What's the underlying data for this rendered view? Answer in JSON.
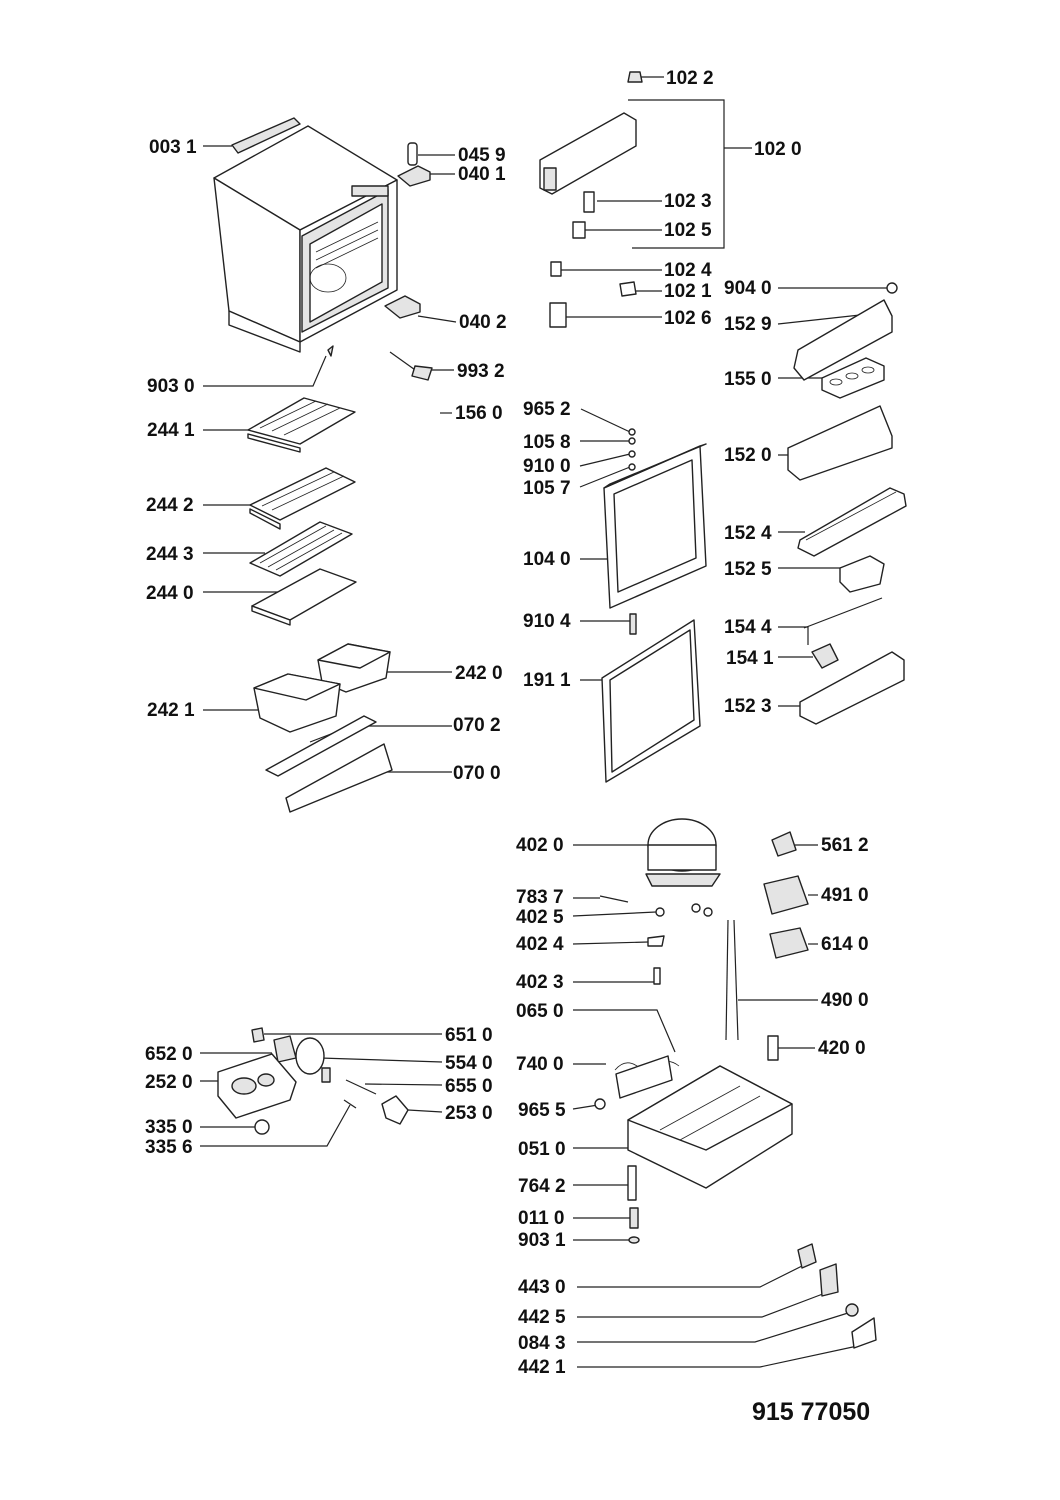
{
  "diagram": {
    "reference_number": "915 77050",
    "part_labels": [
      "003 1",
      "045 9",
      "040 1",
      "040 2",
      "993 2",
      "903 0",
      "156 0",
      "244 1",
      "244 2",
      "244 3",
      "244 0",
      "242 0",
      "242 1",
      "070 2",
      "070 0",
      "102 2",
      "102 0",
      "102 3",
      "102 5",
      "102 4",
      "102 1",
      "904 0",
      "102 6",
      "152 9",
      "155 0",
      "965 2",
      "105 8",
      "910 0",
      "105 7",
      "152 0",
      "152 4",
      "104 0",
      "152 5",
      "910 4",
      "154 4",
      "154 1",
      "191 1",
      "152 3",
      "402 0",
      "561 2",
      "783 7",
      "491 0",
      "402 5",
      "402 4",
      "614 0",
      "402 3",
      "490 0",
      "065 0",
      "420 0",
      "740 0",
      "965 5",
      "051 0",
      "764 2",
      "011 0",
      "903 1",
      "443 0",
      "442 5",
      "084 3",
      "442 1",
      "651 0",
      "652 0",
      "554 0",
      "252 0",
      "655 0",
      "253 0",
      "335 0",
      "335 6"
    ]
  }
}
